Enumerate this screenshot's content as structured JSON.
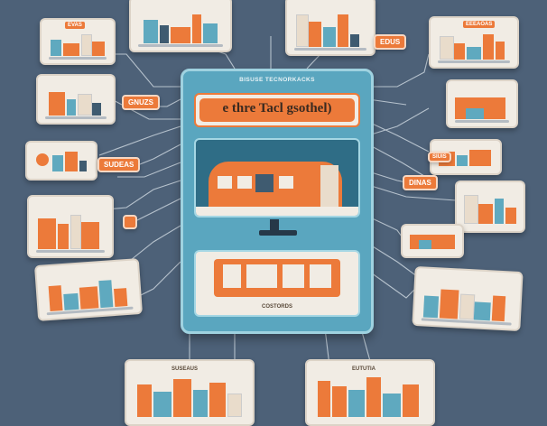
{
  "hub": {
    "title": "BISUSE TECNORKACKS",
    "banner": "e thre Tacl gsothel)",
    "panel_label": "COSTORDS"
  },
  "badges": {
    "b1": "EDUS",
    "b2": "GNUZS",
    "b3": "SUDEAS",
    "b4": "DINAS",
    "b5": "SIUIS"
  },
  "card_tags": {
    "top_left": "EVAS",
    "top_right": "EEEAOAS",
    "bottom_left": "SUSEAUS",
    "bottom_right": "EUTUTIA"
  },
  "colors": {
    "background": "#4d6178",
    "accent": "#ec7a3a",
    "teal": "#5fa9bf",
    "cream": "#f1ece4"
  }
}
